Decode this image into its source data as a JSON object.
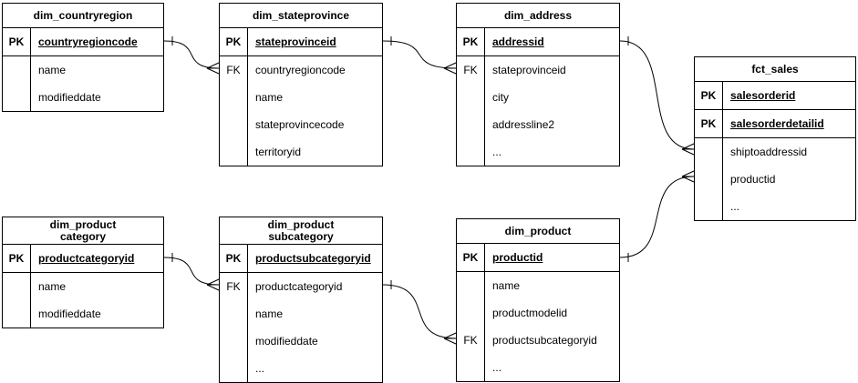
{
  "diagram": {
    "background_color": "#ffffff",
    "line_color": "#000000",
    "text_color": "#000000",
    "key_labels": {
      "primary": "PK",
      "foreign": "FK"
    },
    "tables": [
      {
        "id": "dim_countryregion",
        "title_lines": [
          "dim_countryregion"
        ],
        "rows": [
          {
            "key": "PK",
            "name": "countryregioncode",
            "pk": true
          },
          {
            "key": "",
            "name": "name",
            "pk": false
          },
          {
            "key": "",
            "name": "modifieddate",
            "pk": false
          }
        ]
      },
      {
        "id": "dim_stateprovince",
        "title_lines": [
          "dim_stateprovince"
        ],
        "rows": [
          {
            "key": "PK",
            "name": "stateprovinceid",
            "pk": true
          },
          {
            "key": "FK",
            "name": "countryregioncode",
            "pk": false
          },
          {
            "key": "",
            "name": "name",
            "pk": false
          },
          {
            "key": "",
            "name": "stateprovincecode",
            "pk": false
          },
          {
            "key": "",
            "name": "territoryid",
            "pk": false
          }
        ]
      },
      {
        "id": "dim_address",
        "title_lines": [
          "dim_address"
        ],
        "rows": [
          {
            "key": "PK",
            "name": "addressid",
            "pk": true
          },
          {
            "key": "FK",
            "name": "stateprovinceid",
            "pk": false
          },
          {
            "key": "",
            "name": "city",
            "pk": false
          },
          {
            "key": "",
            "name": "addressline2",
            "pk": false
          },
          {
            "key": "",
            "name": "...",
            "pk": false
          }
        ]
      },
      {
        "id": "fct_sales",
        "title_lines": [
          "fct_sales"
        ],
        "rows": [
          {
            "key": "PK",
            "name": "salesorderid",
            "pk": true
          },
          {
            "key": "PK",
            "name": "salesorderdetailid",
            "pk": true
          },
          {
            "key": "",
            "name": "shiptoaddressid",
            "pk": false
          },
          {
            "key": "",
            "name": "productid",
            "pk": false
          },
          {
            "key": "",
            "name": "...",
            "pk": false
          }
        ]
      },
      {
        "id": "dim_product_category",
        "title_lines": [
          "dim_product",
          "category"
        ],
        "rows": [
          {
            "key": "PK",
            "name": "productcategoryid",
            "pk": true
          },
          {
            "key": "",
            "name": "name",
            "pk": false
          },
          {
            "key": "",
            "name": "modifieddate",
            "pk": false
          }
        ]
      },
      {
        "id": "dim_product_subcategory",
        "title_lines": [
          "dim_product",
          "subcategory"
        ],
        "rows": [
          {
            "key": "PK",
            "name": "productsubcategoryid",
            "pk": true
          },
          {
            "key": "FK",
            "name": "productcategoryid",
            "pk": false
          },
          {
            "key": "",
            "name": "name",
            "pk": false
          },
          {
            "key": "",
            "name": "modifieddate",
            "pk": false
          },
          {
            "key": "",
            "name": "...",
            "pk": false
          }
        ]
      },
      {
        "id": "dim_product",
        "title_lines": [
          "dim_product"
        ],
        "rows": [
          {
            "key": "PK",
            "name": "productid",
            "pk": true
          },
          {
            "key": "",
            "name": "name",
            "pk": false
          },
          {
            "key": "",
            "name": "productmodelid",
            "pk": false
          },
          {
            "key": "FK",
            "name": "productsubcategoryid",
            "pk": false
          },
          {
            "key": "",
            "name": "...",
            "pk": false
          }
        ]
      }
    ],
    "relationships": [
      {
        "from_table": "dim_countryregion",
        "from_column": "countryregioncode",
        "to_table": "dim_stateprovince",
        "to_column": "countryregioncode",
        "from_cardinality": "one",
        "to_cardinality": "many"
      },
      {
        "from_table": "dim_stateprovince",
        "from_column": "stateprovinceid",
        "to_table": "dim_address",
        "to_column": "stateprovinceid",
        "from_cardinality": "one",
        "to_cardinality": "many"
      },
      {
        "from_table": "dim_address",
        "from_column": "addressid",
        "to_table": "fct_sales",
        "to_column": "shiptoaddressid",
        "from_cardinality": "one",
        "to_cardinality": "many"
      },
      {
        "from_table": "dim_product",
        "from_column": "productid",
        "to_table": "fct_sales",
        "to_column": "productid",
        "from_cardinality": "one",
        "to_cardinality": "many"
      },
      {
        "from_table": "dim_product_category",
        "from_column": "productcategoryid",
        "to_table": "dim_product_subcategory",
        "to_column": "productcategoryid",
        "from_cardinality": "one",
        "to_cardinality": "many"
      },
      {
        "from_table": "dim_product_subcategory",
        "from_column": "productsubcategoryid",
        "to_table": "dim_product",
        "to_column": "productsubcategoryid",
        "from_cardinality": "one",
        "to_cardinality": "many"
      }
    ]
  }
}
